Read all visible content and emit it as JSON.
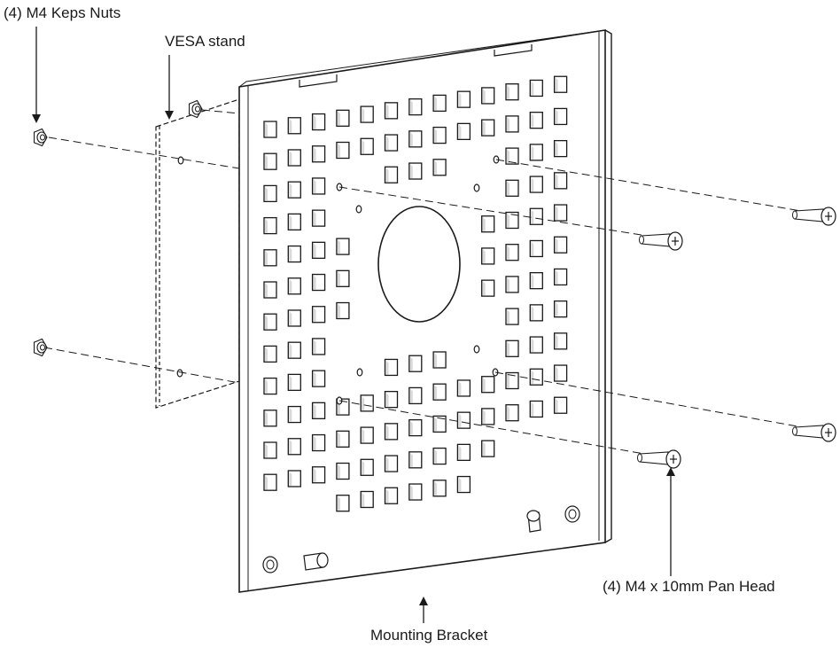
{
  "labels": {
    "keps_nuts": "(4) M4 Keps Nuts",
    "vesa_stand": "VESA stand",
    "pan_head": "(4) M4 x 10mm Pan Head",
    "mounting_bracket": "Mounting Bracket"
  },
  "colors": {
    "line": "#1a1a1a",
    "bracket_fill": "#ffffff",
    "hole_shade": "#d9d9d9"
  },
  "icons": {
    "nut": "keps-nut-icon",
    "screw": "pan-head-screw-icon",
    "arrow": "arrow-icon"
  },
  "parts": {
    "keps_nut_count": 4,
    "pan_head_screw_count": 4
  }
}
